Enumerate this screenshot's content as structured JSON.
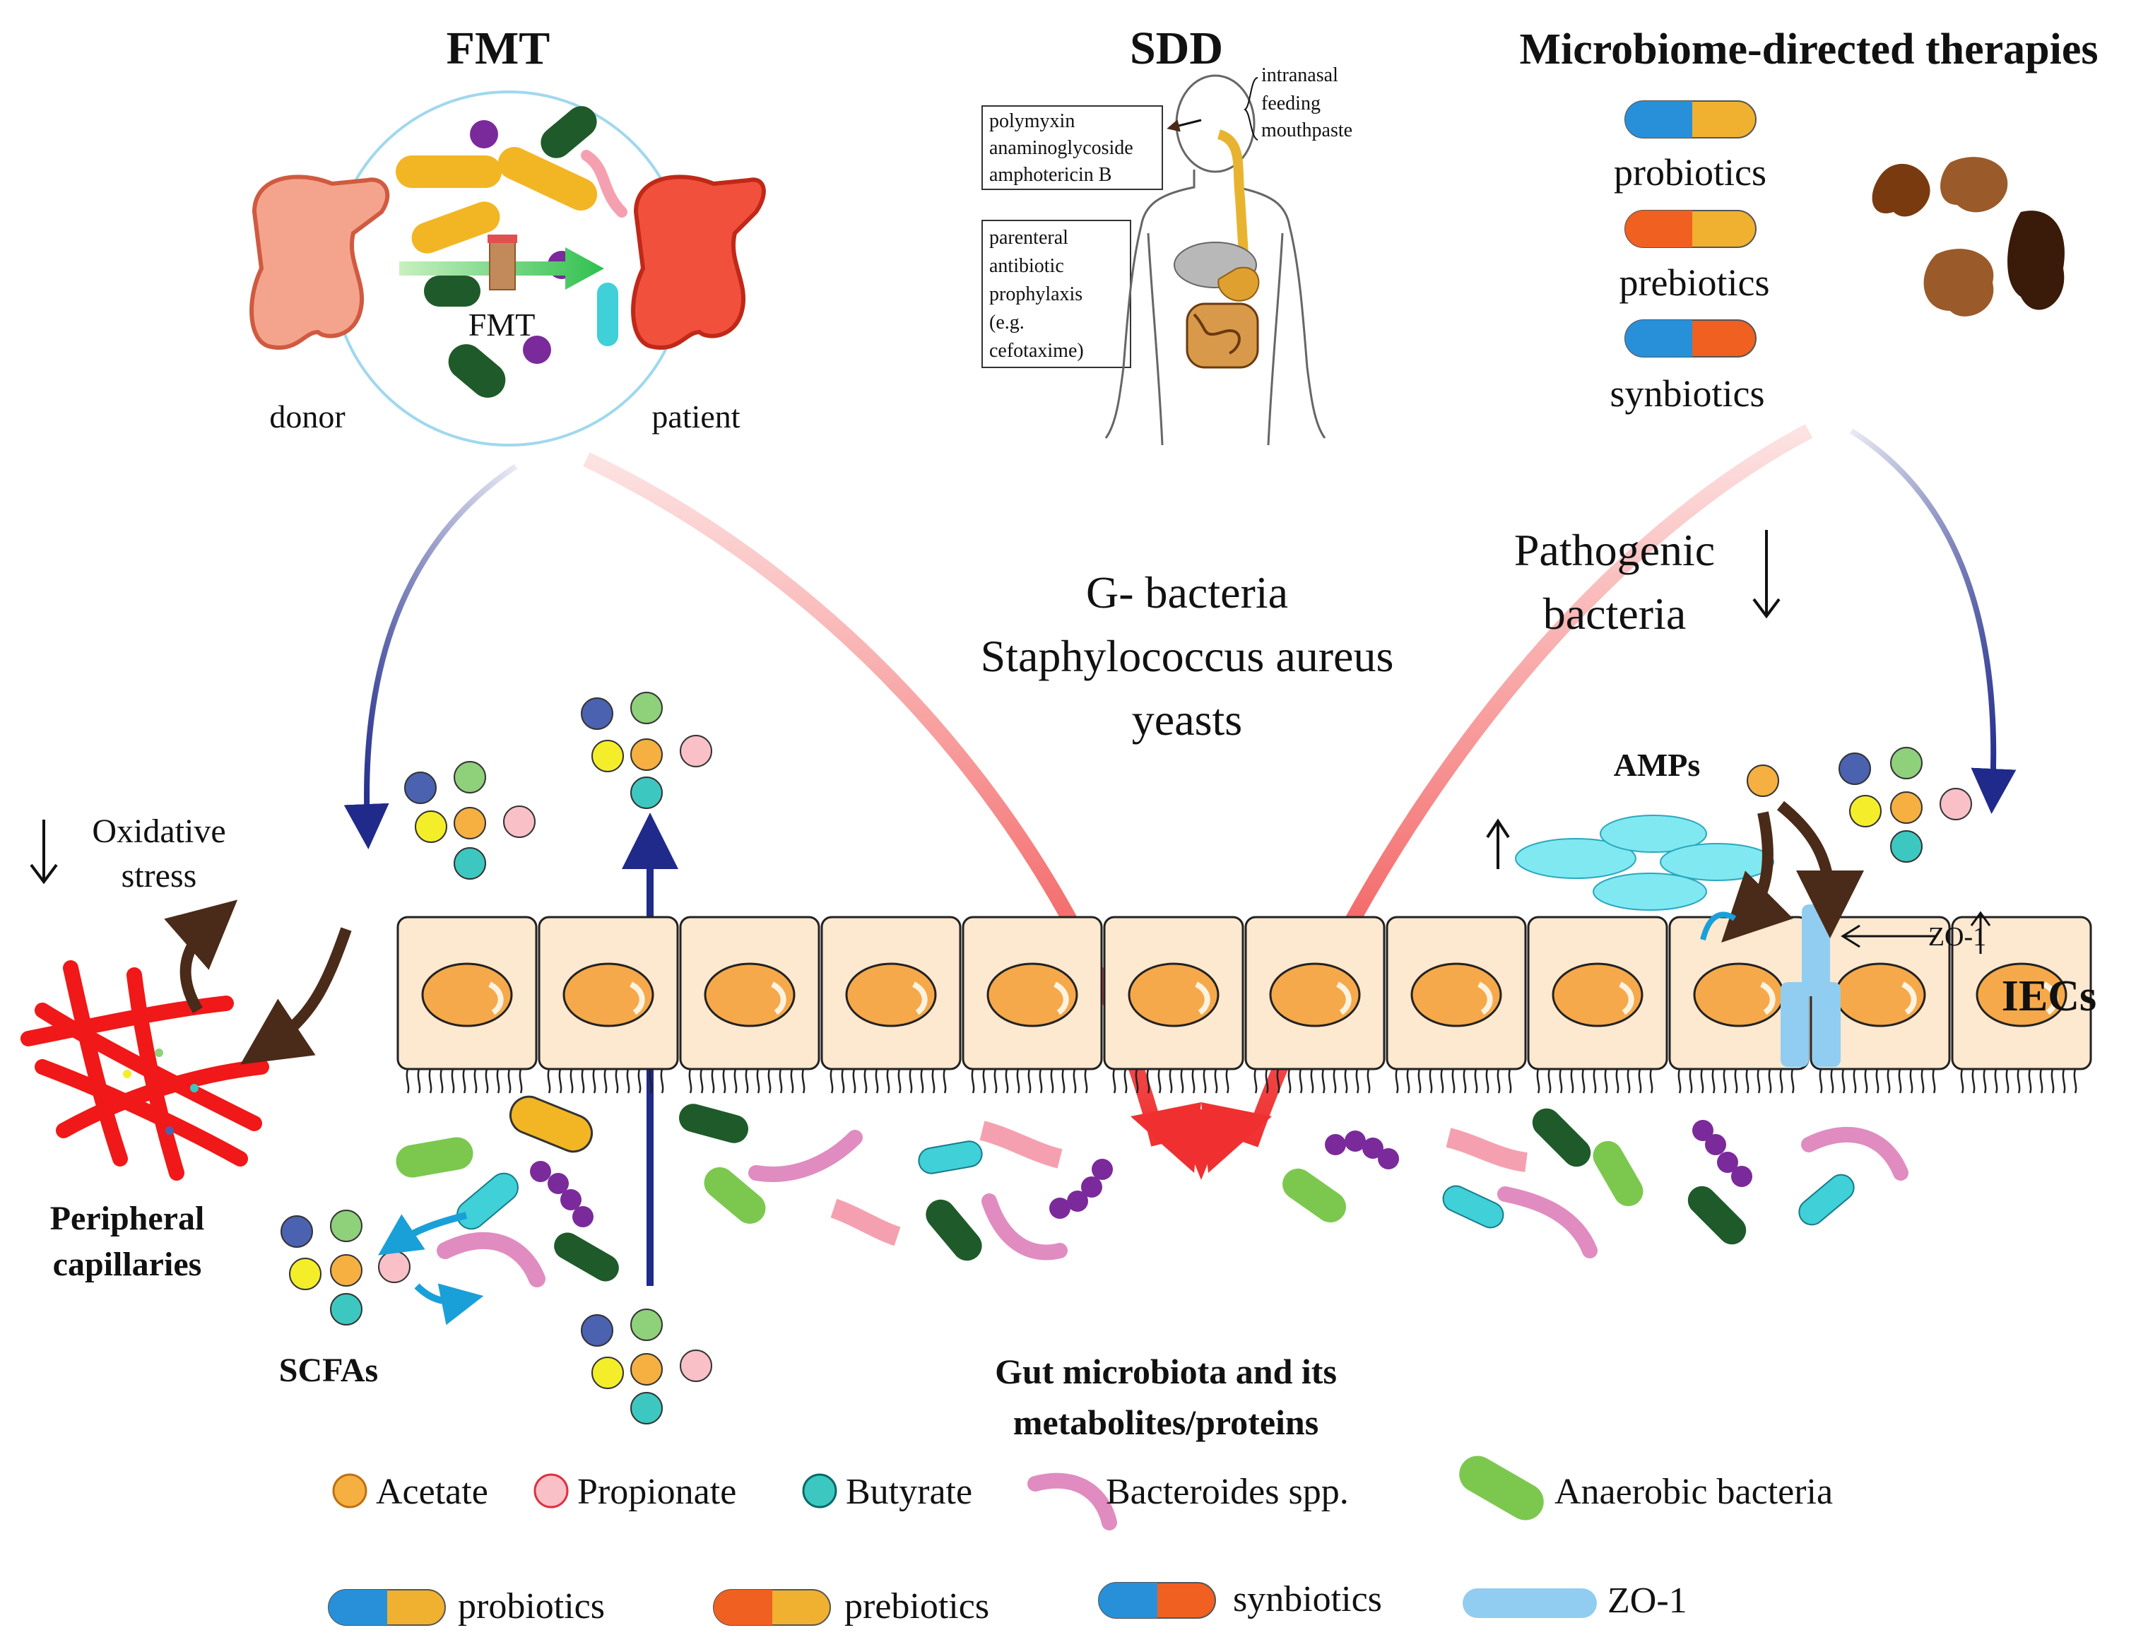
{
  "titles": {
    "fmt": "FMT",
    "sdd": "SDD",
    "mdt": "Microbiome-directed therapies"
  },
  "fmt_panel": {
    "donor": "donor",
    "patient": "patient",
    "center": "FMT"
  },
  "sdd_panel": {
    "box1": [
      "polymyxin",
      "anaminoglycoside",
      "amphotericin B"
    ],
    "box2": [
      "parenteral",
      "antibiotic",
      "prophylaxis",
      "(e.g.",
      "cefotaxime)"
    ],
    "side": [
      "intranasal",
      "feeding",
      "mouthpaste"
    ]
  },
  "mdt_panel": {
    "items": [
      "probiotics",
      "prebiotics",
      "synbiotics"
    ]
  },
  "center_text": [
    "G- bacteria",
    "Staphylococcus aureus",
    "yeasts"
  ],
  "pathogenic": [
    "Pathogenic",
    "bacteria"
  ],
  "labels": {
    "oxidative": [
      "Oxidative",
      "stress"
    ],
    "peripheral": [
      "Peripheral",
      "capillaries"
    ],
    "scfas": "SCFAs",
    "amps": "AMPs",
    "zo1": "ZO-1",
    "iecs": "IECs",
    "gut": [
      "Gut microbiota and its",
      "metabolites/proteins"
    ]
  },
  "legend_row1": [
    "Acetate",
    "Propionate",
    "Butyrate",
    "Bacteroides spp.",
    "Anaerobic bacteria"
  ],
  "legend_row2": [
    "probiotics",
    "prebiotics",
    "synbiotics",
    "ZO-1"
  ],
  "colors": {
    "acetate": "#f5b041",
    "propionate": "#f9c0c8",
    "butyrate": "#3cc8c0",
    "yellow_scfa": "#f4ee2a",
    "blue_scfa": "#4a62b0",
    "green_scfa": "#8fd07a",
    "bacteroides": "#e08cc0",
    "anaerobic": "#7cc84f",
    "dark_green": "#1f5a2a",
    "purple": "#7a2a9a",
    "capsule_blue": "#2790d9",
    "capsule_yellow": "#f0b030",
    "capsule_orange": "#f06020",
    "zo1": "#90cdf0",
    "red_arrow": "#f04040",
    "navy_arrow": "#1f2a8a",
    "brown": "#4a2a18",
    "cell_fill": "#fde8d0",
    "nucleus": "#f5a94a",
    "red_label": "#e8141e"
  }
}
